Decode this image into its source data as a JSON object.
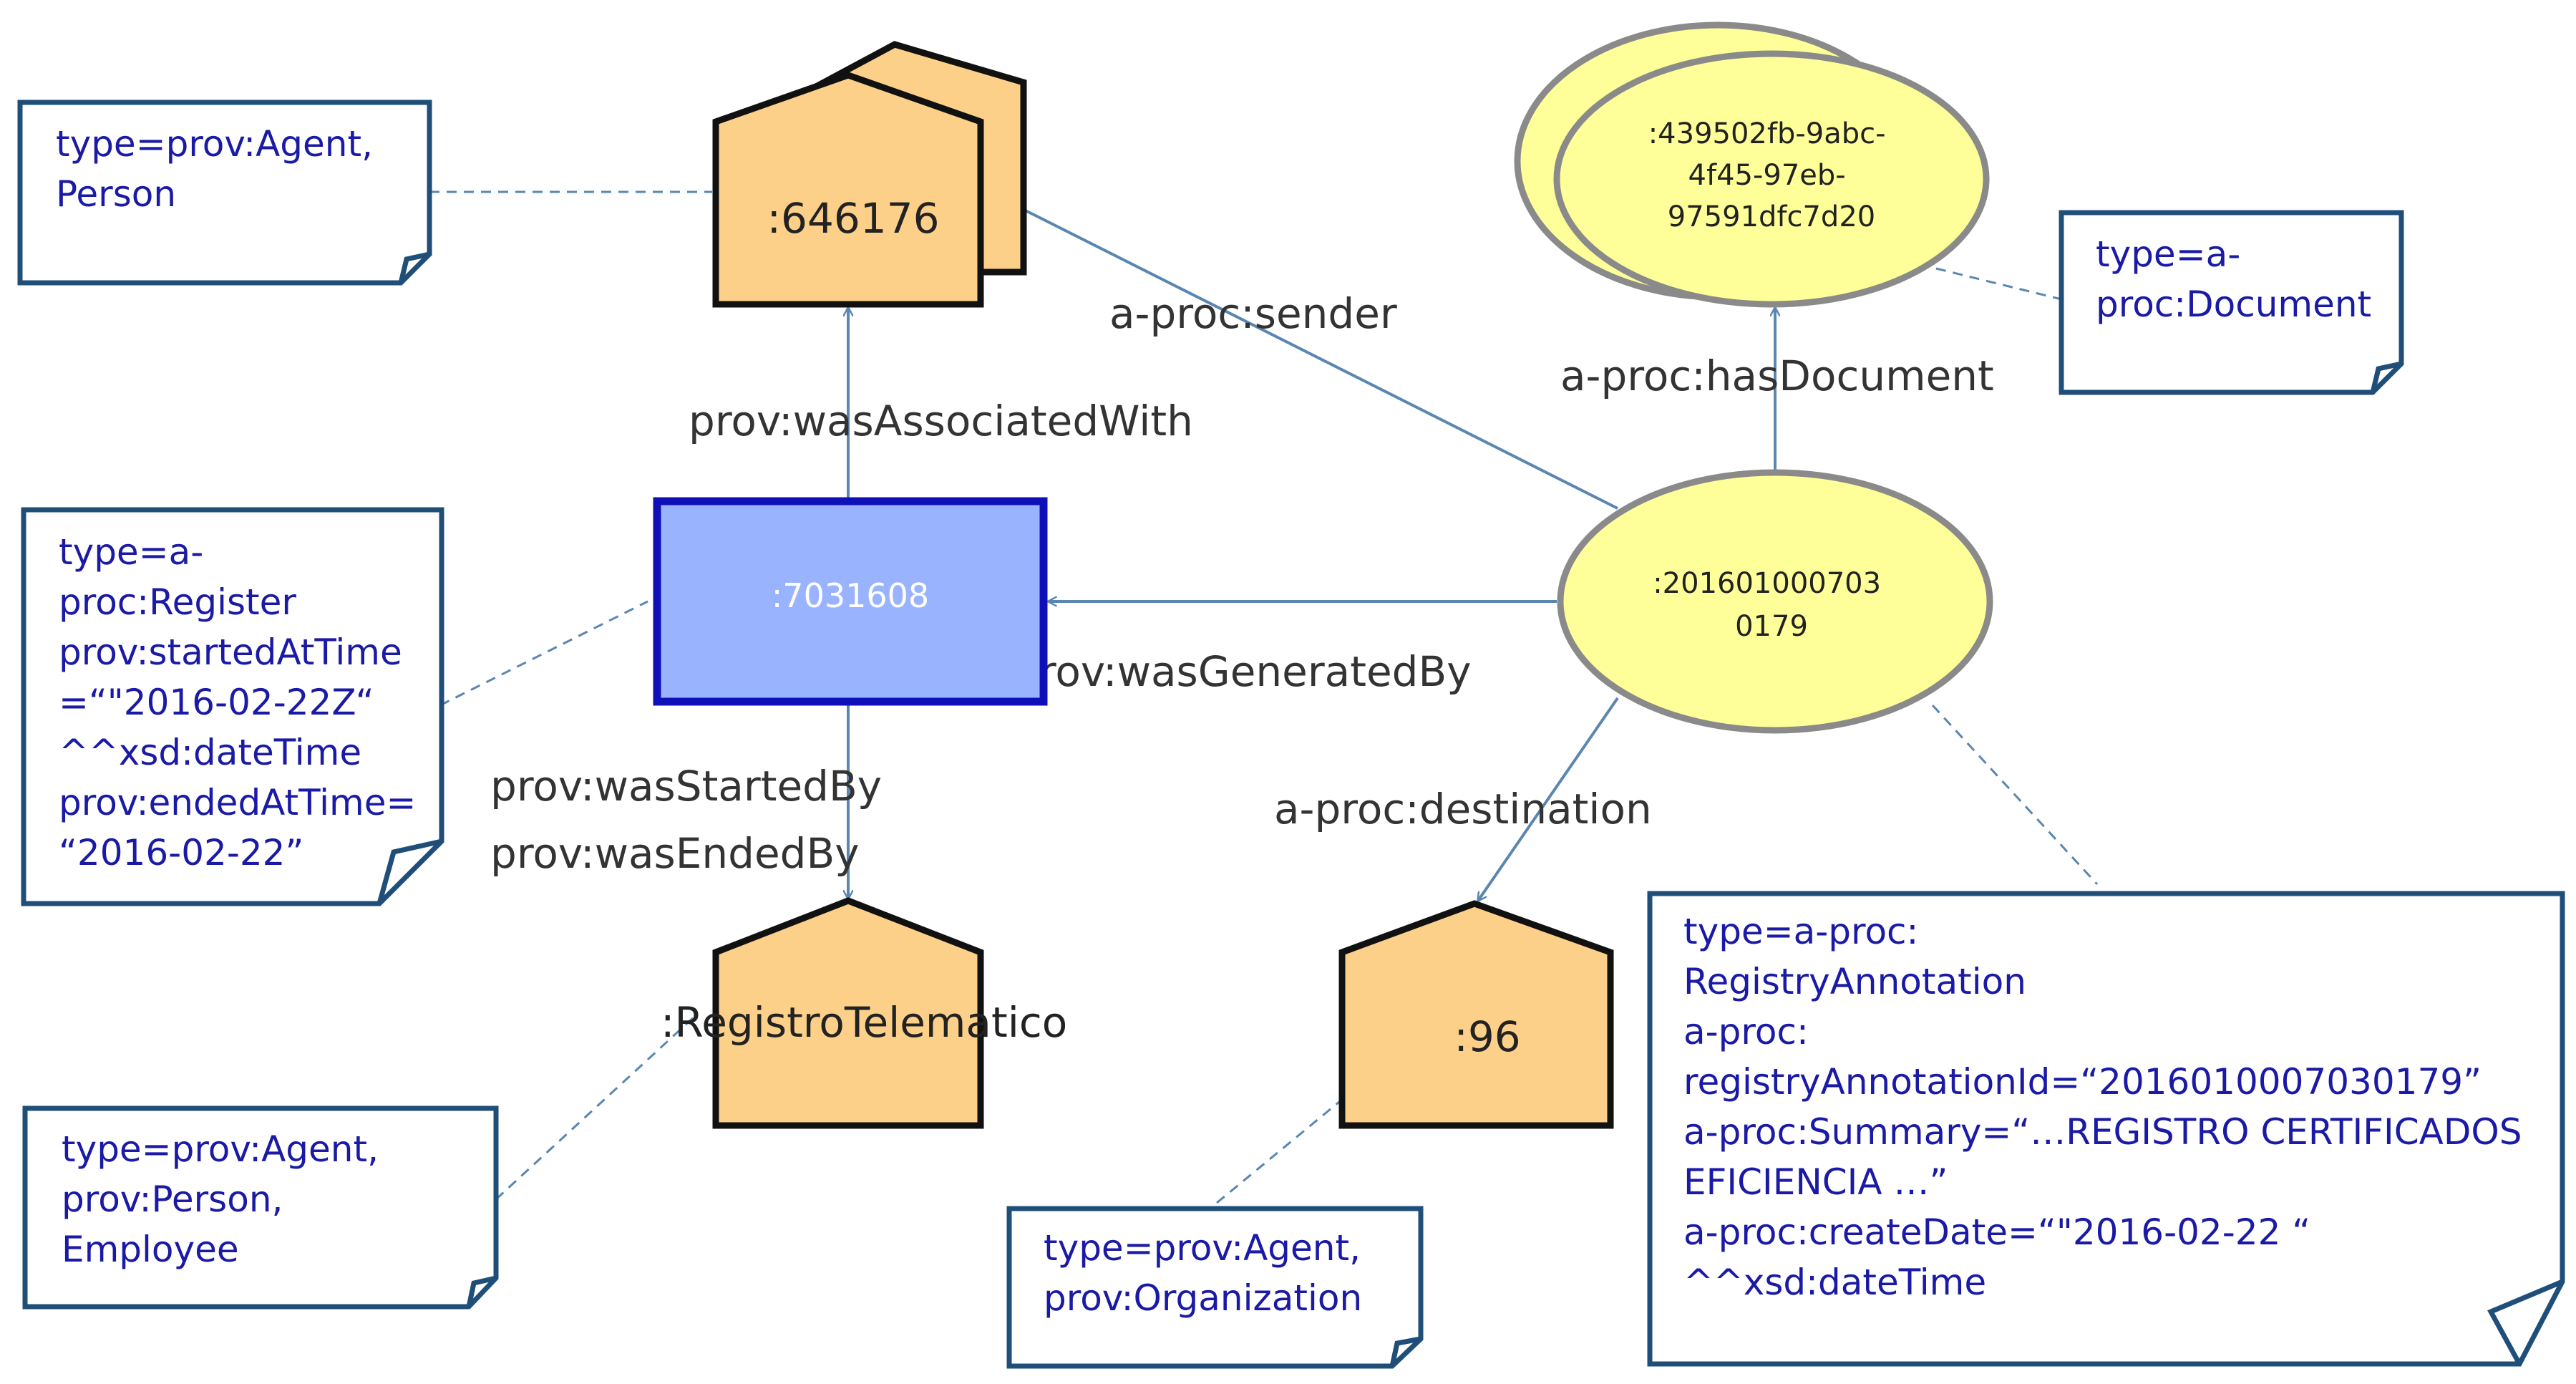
{
  "nodes": {
    "agent_646176": ":646176",
    "activity_7031608": ":7031608",
    "doc_439502": [
      ":439502fb-9abc-",
      "4f45-97eb-",
      "97591dfc7d20"
    ],
    "annotation_2016": [
      ":201601000703",
      "0179"
    ],
    "agent_registro": ":RegistroTelematico",
    "agent_96": ":96"
  },
  "edges": {
    "sender": "a-proc:sender",
    "was_associated_with": "prov:wasAssociatedWith",
    "has_document": "a-proc:hasDocument",
    "was_generated_by": "prov:wasGeneratedBy",
    "was_started_by": "prov:wasStartedBy",
    "was_ended_by": "prov:wasEndedBy",
    "destination": "a-proc:destination"
  },
  "notes": {
    "person": [
      "type=prov:Agent,",
      "Person"
    ],
    "document": [
      "type=a-",
      "proc:Document"
    ],
    "register": [
      "type=a-",
      "proc:Register",
      "prov:startedAtTime",
      "=“\"2016-02-22Z“",
      "^^xsd:dateTime",
      "prov:endedAtTime=",
      "“2016-02-22”"
    ],
    "employee": [
      "type=prov:Agent,",
      "prov:Person,",
      "Employee"
    ],
    "organization": [
      "type=prov:Agent,",
      "prov:Organization"
    ],
    "registry_annotation": [
      "type=a-proc:",
      "RegistryAnnotation",
      "a-proc:",
      "registryAnnotationId=“2016010007030179”",
      "a-proc:Summary=“…REGISTRO CERTIFICADOS",
      "EFICIENCIA …”",
      "a-proc:createDate=“\"2016-02-22 “",
      "^^xsd:dateTime"
    ]
  },
  "colors": {
    "agent_fill": "#fdd08a",
    "activity_fill": "#99b3ff",
    "activity_border": "#1010b8",
    "entity_fill": "#ffff99",
    "entity_border": "#8a8a8a",
    "note_border": "#1f4e79",
    "note_text": "#1a1aa6",
    "edge_color": "#5a86b0"
  }
}
